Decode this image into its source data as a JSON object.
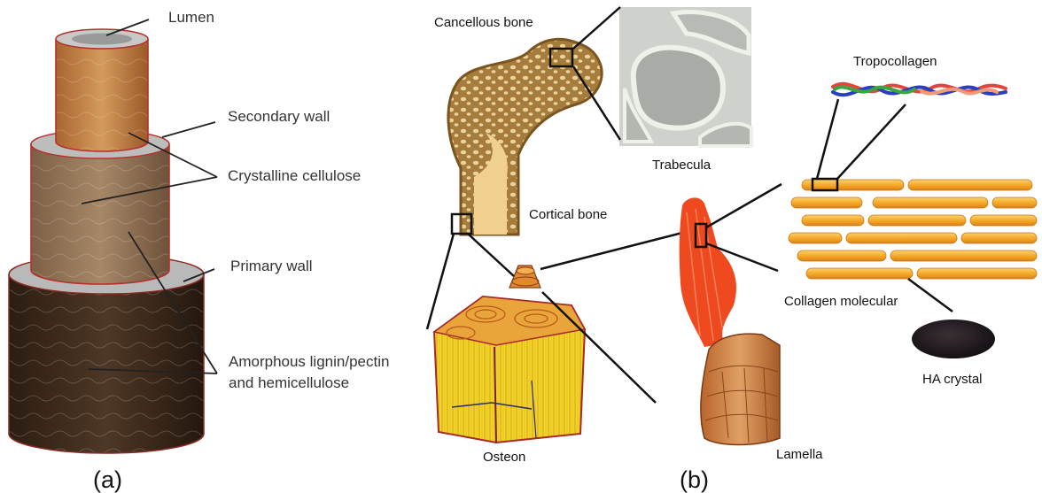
{
  "panel_a": {
    "caption": "(a)",
    "labels": {
      "lumen": "Lumen",
      "secondary_wall": "Secondary wall",
      "crystalline_cellulose": "Crystalline cellulose",
      "primary_wall": "Primary wall",
      "amorphous_line1": "Amorphous lignin/pectin",
      "amorphous_line2": "and hemicellulose"
    }
  },
  "panel_b": {
    "caption": "(b)",
    "labels": {
      "cancellous_bone": "Cancellous bone",
      "trabecula": "Trabecula",
      "cortical_bone": "Cortical bone",
      "tropocollagen": "Tropocollagen",
      "collagen_molecular": "Collagen molecular",
      "ha_crystal": "HA crystal",
      "osteon": "Osteon",
      "lamella": "Lamella"
    }
  },
  "colors": {
    "wood_light": "#b5773f",
    "wood_mid": "#8a6a4c",
    "wood_dark": "#3d2a1b",
    "wall_red": "#b4322b",
    "bone_tan": "#a67c3d",
    "cortical": "#f0cf8f",
    "fibril_orange": "#f5a623",
    "fibril_red": "#ef4a1f",
    "osteon_yellow": "#f3d52a",
    "lamella_brown": "#c6773c"
  }
}
